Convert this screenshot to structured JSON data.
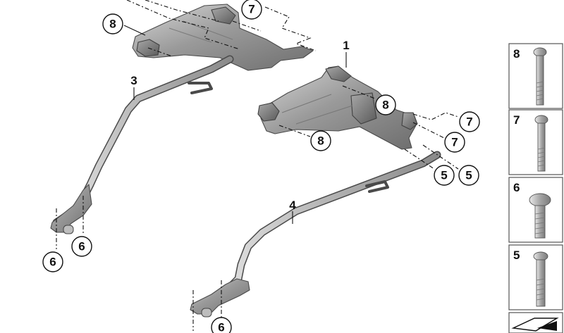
{
  "callouts": {
    "c8_top": "8",
    "c7_top": "7",
    "c8_mid": "8",
    "c8_low": "8",
    "c7_right_a": "7",
    "c7_right_b": "7",
    "c5_a": "5",
    "c5_b": "5",
    "c6_left_a": "6",
    "c6_left_b": "6",
    "c6_bottom": "6"
  },
  "labels": {
    "part_1": "1",
    "part_3": "3",
    "part_4": "4"
  },
  "legend": [
    {
      "number": "8",
      "icon": "long-bolt-icon"
    },
    {
      "number": "7",
      "icon": "long-bolt-icon"
    },
    {
      "number": "6",
      "icon": "short-bolt-icon"
    },
    {
      "number": "5",
      "icon": "short-bolt-icon"
    }
  ]
}
